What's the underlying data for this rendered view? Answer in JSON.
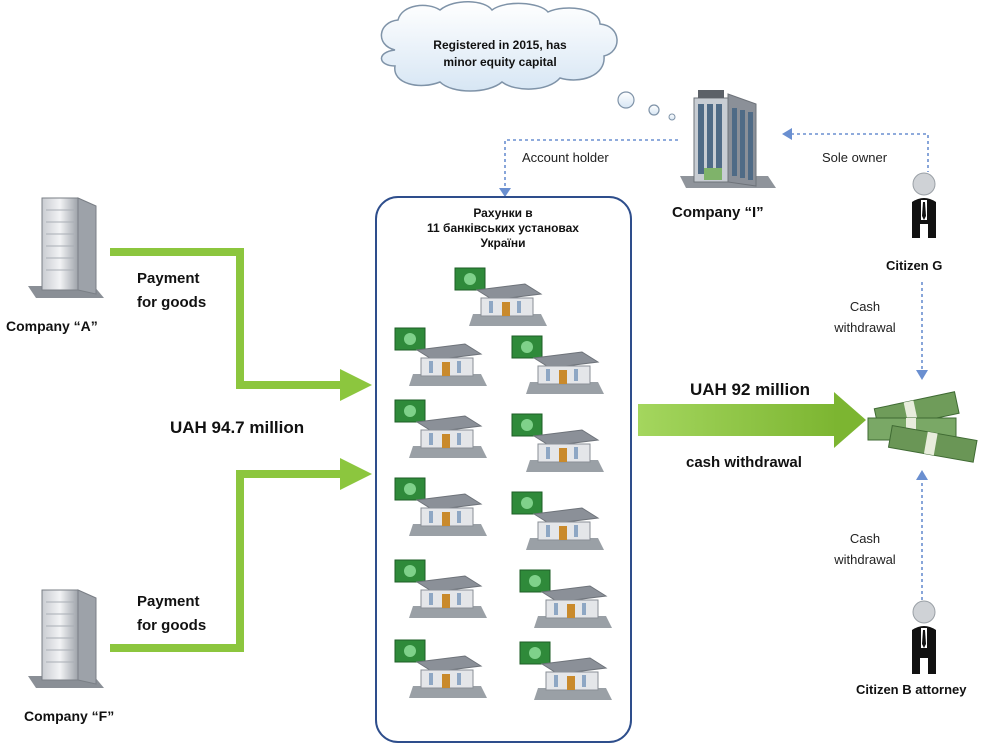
{
  "cloud": {
    "line1": "Registered in 2015, has",
    "line2": "minor equity capital"
  },
  "company_i": {
    "label": "Company “I”"
  },
  "company_a": {
    "label": "Company “A”"
  },
  "company_f": {
    "label": "Company “F”"
  },
  "citizen_g": {
    "label": "Citizen G"
  },
  "citizen_b": {
    "label": "Citizen B attorney"
  },
  "edges": {
    "account_holder": "Account holder",
    "sole_owner": "Sole owner",
    "payment_a": {
      "line1": "Payment",
      "line2": "for goods"
    },
    "payment_f": {
      "line1": "Payment",
      "line2": "for goods"
    },
    "inflow_amount": "UAH 94.7 million",
    "outflow_amount": "UAH 92 million",
    "outflow_label": "cash withdrawal",
    "cash_g": {
      "line1": "Cash",
      "line2": "withdrawal"
    },
    "cash_b": {
      "line1": "Cash",
      "line2": "withdrawal"
    }
  },
  "accounts_box": {
    "line1": "Рахунки в",
    "line2": "11 банківських установах",
    "line3": "України",
    "bank_count": 11
  },
  "colors": {
    "green_arrow": "#8cc63e",
    "box_border": "#2e4e8c",
    "dotted_blue": "#6a8fd0",
    "money_green": "#2f8a3a"
  }
}
